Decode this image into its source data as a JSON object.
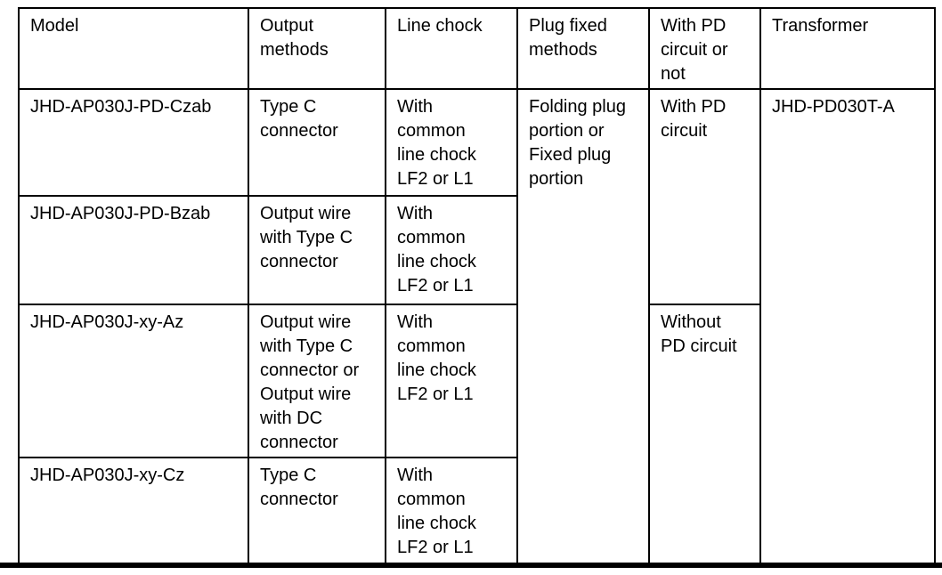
{
  "document": {
    "table": {
      "headers": {
        "model": "Model",
        "output": "Output\nmethods",
        "chock": "Line chock",
        "plug": "Plug fixed\nmethods",
        "pd": "With PD\ncircuit or\nnot",
        "transformer": "Transformer"
      },
      "rows": [
        {
          "model": "JHD-AP030J-PD-Czab",
          "output": "Type C\nconnector",
          "chock": "With\ncommon\nline chock\nLF2 or L1",
          "plug": "Folding plug\nportion or\nFixed plug\nportion",
          "pd": "With PD\ncircuit",
          "transformer": "JHD-PD030T-A"
        },
        {
          "model": "JHD-AP030J-PD-Bzab",
          "output": "Output wire\nwith Type C\nconnector",
          "chock": "With\ncommon\nline chock\nLF2 or L1"
        },
        {
          "model": "JHD-AP030J-xy-Az",
          "output": "Output wire\nwith Type C\nconnector or\nOutput wire\nwith DC\nconnector",
          "chock": "With\ncommon\nline chock\nLF2 or L1",
          "pd": "Without\nPD circuit"
        },
        {
          "model": "JHD-AP030J-xy-Cz",
          "output": "Type C\nconnector",
          "chock": "With\ncommon\nline chock\nLF2 or L1"
        }
      ]
    },
    "colors": {
      "border": "#000000",
      "text": "#000000",
      "background": "#ffffff"
    }
  }
}
